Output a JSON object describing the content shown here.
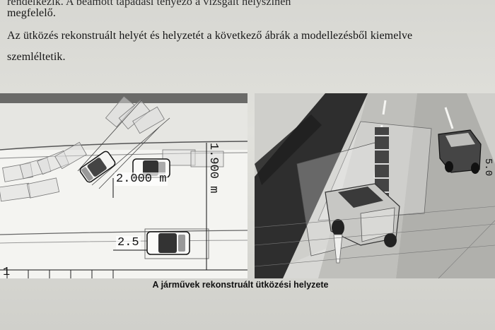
{
  "text": {
    "line_top": "rendelkezik. A beamott tapadási tényező a vizsgált helyszínen",
    "line_2": "megfelelő.",
    "line_3": "Az ütközés rekonstruált helyét és helyzetét a következő ábrák a modellezésből kiemelve",
    "line_4": "szemléltetik."
  },
  "figure": {
    "left_panel": {
      "dimension_horizontal": "2.000 m",
      "dimension_vertical": "1.900 m",
      "dimension_bottom": "2.5",
      "ruler_mark": "1"
    },
    "right_panel": {
      "road_marking": "5.0"
    },
    "caption": "A járművek rekonstruált ütközési helyzete"
  },
  "colors": {
    "paper": "#dcdcd7",
    "text": "#151515",
    "road_dark": "#2e2e2e",
    "road_gray": "#bcbcb8"
  }
}
